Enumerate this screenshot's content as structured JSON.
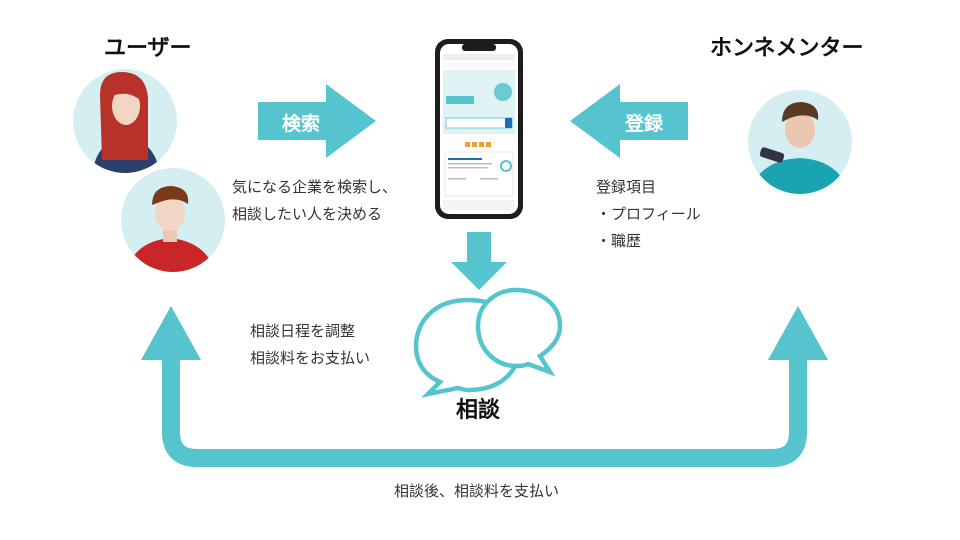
{
  "actors": {
    "user_label": "ユーザー",
    "mentor_label": "ホンネメンター"
  },
  "steps": {
    "search_label": "検索",
    "register_label": "登録",
    "consult_label": "相談"
  },
  "descriptions": {
    "search": [
      "気になる企業を検索し、",
      "相談したい人を決める"
    ],
    "register": [
      "登録項目",
      "・プロフィール",
      "・職歴"
    ],
    "schedule": [
      "相談日程を調整",
      "相談料をお支払い"
    ],
    "payout": "相談後、相談料を支払い"
  },
  "colors": {
    "accent": "#55c4cf",
    "avatar_bg": "#d4eef2",
    "female_hair": "#b8322a",
    "male_shirt": "#c9262a",
    "mentor_shirt": "#1aa3b0"
  }
}
